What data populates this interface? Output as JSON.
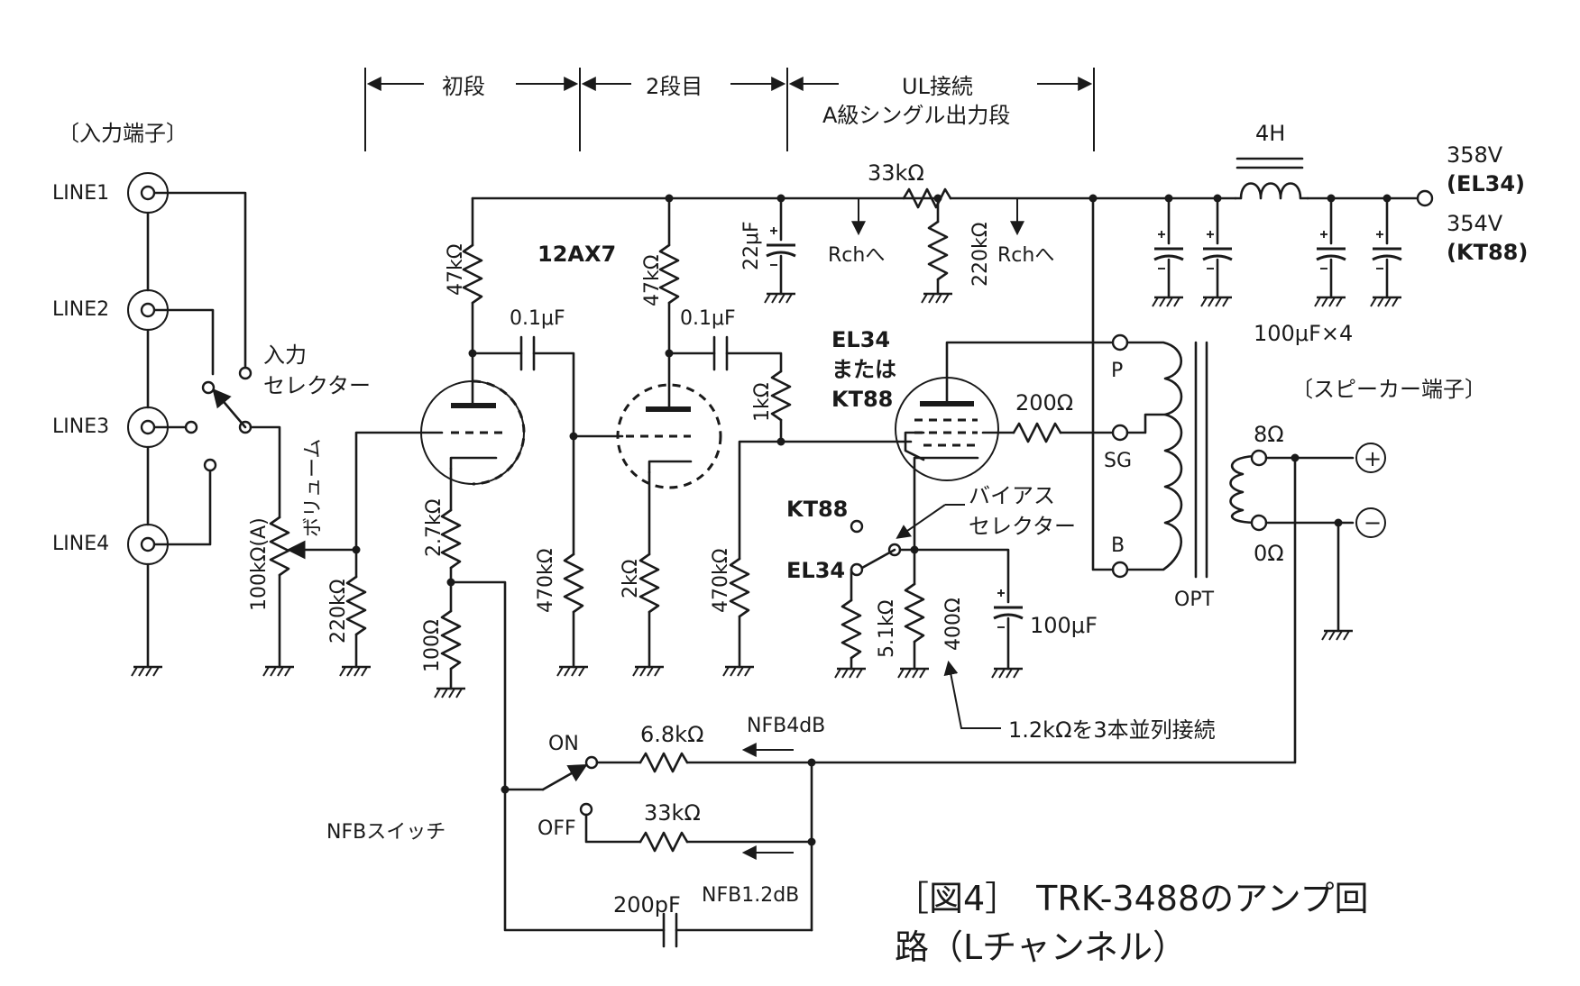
{
  "sections": {
    "stage1": "初段",
    "stage2": "2段目",
    "output_line1": "UL接続",
    "output_line2": "A級シングル出力段"
  },
  "input": {
    "title": "〔入力端子〕",
    "lines": [
      "LINE1",
      "LINE2",
      "LINE3",
      "LINE4"
    ],
    "selector_line1": "入力",
    "selector_line2": "セレクター",
    "volume_label": "ボリューム",
    "volume_value": "100kΩ(A)"
  },
  "stage1": {
    "tube": "12AX7",
    "r_plate": "47kΩ",
    "r_grid": "220kΩ",
    "r_cathode1": "2.7kΩ",
    "r_cathode2": "100Ω",
    "c_couple": "0.1μF"
  },
  "stage2": {
    "r_plate": "47kΩ",
    "r_grid": "470kΩ",
    "r_cathode": "2kΩ",
    "c_couple": "0.1μF",
    "r_grid_stop": "1kΩ"
  },
  "output": {
    "tube_line1": "EL34",
    "tube_line2": "または",
    "tube_line3": "KT88",
    "r_grid": "470kΩ",
    "r_sg": "200Ω",
    "bias_sel_line1": "バイアス",
    "bias_sel_line2": "セレクター",
    "bias_kt88": "KT88",
    "bias_el34": "EL34",
    "r_k1": "5.1kΩ",
    "r_k2": "400Ω",
    "c_k": "100μF",
    "r_k2_note": "1.2kΩを3本並列接続"
  },
  "opt": {
    "label": "OPT",
    "p": "P",
    "sg": "SG",
    "b": "B"
  },
  "speaker": {
    "title": "〔スピーカー端子〕",
    "tap8": "8Ω",
    "tap0": "0Ω",
    "plus": "+",
    "minus": "−"
  },
  "power": {
    "r_drop": "33kΩ",
    "rch1": "Rchへ",
    "rch2": "Rchへ",
    "c1": "22μF",
    "r_bleed": "220kΩ",
    "choke": "4H",
    "c_bank": "100μF×4",
    "v_el34": "358V",
    "v_el34_tube": "(EL34)",
    "v_kt88": "354V",
    "v_kt88_tube": "(KT88)"
  },
  "nfb": {
    "switch_label": "NFBスイッチ",
    "on": "ON",
    "off": "OFF",
    "r_on": "6.8kΩ",
    "nfb_on": "NFB4dB",
    "r_off": "33kΩ",
    "nfb_off": "NFB1.2dB",
    "c": "200pF"
  },
  "caption": {
    "line1": "［図4］　TRK-3488のアンプ回",
    "line2": "路（Lチャンネル）"
  }
}
